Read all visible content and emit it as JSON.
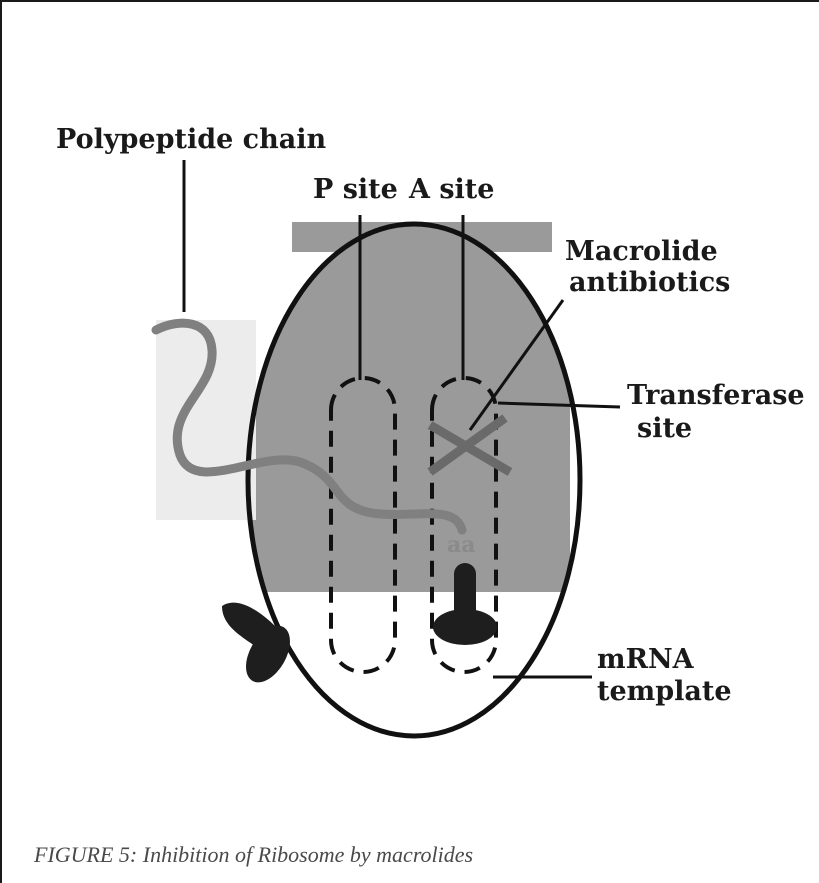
{
  "labels": {
    "polypeptide_chain": "Polypeptide chain",
    "p_site": "P site",
    "a_site": "A site",
    "macrolide_line1": "Macrolide",
    "macrolide_line2": "antibiotics",
    "transferase_line1": "Transferase",
    "transferase_line2": "site",
    "mrna_line1": "mRNA",
    "mrna_line2": "template",
    "amino_acid": "aa"
  },
  "caption": "FIGURE 5: Inhibition of Ribosome by macrolides",
  "colors": {
    "ribosome_fill": "#9a9a9a",
    "outline": "#111111",
    "polypeptide": "#808080",
    "macrolide_x": "#6a6a6a",
    "trna": "#1e1e1e",
    "background": "#ffffff"
  }
}
